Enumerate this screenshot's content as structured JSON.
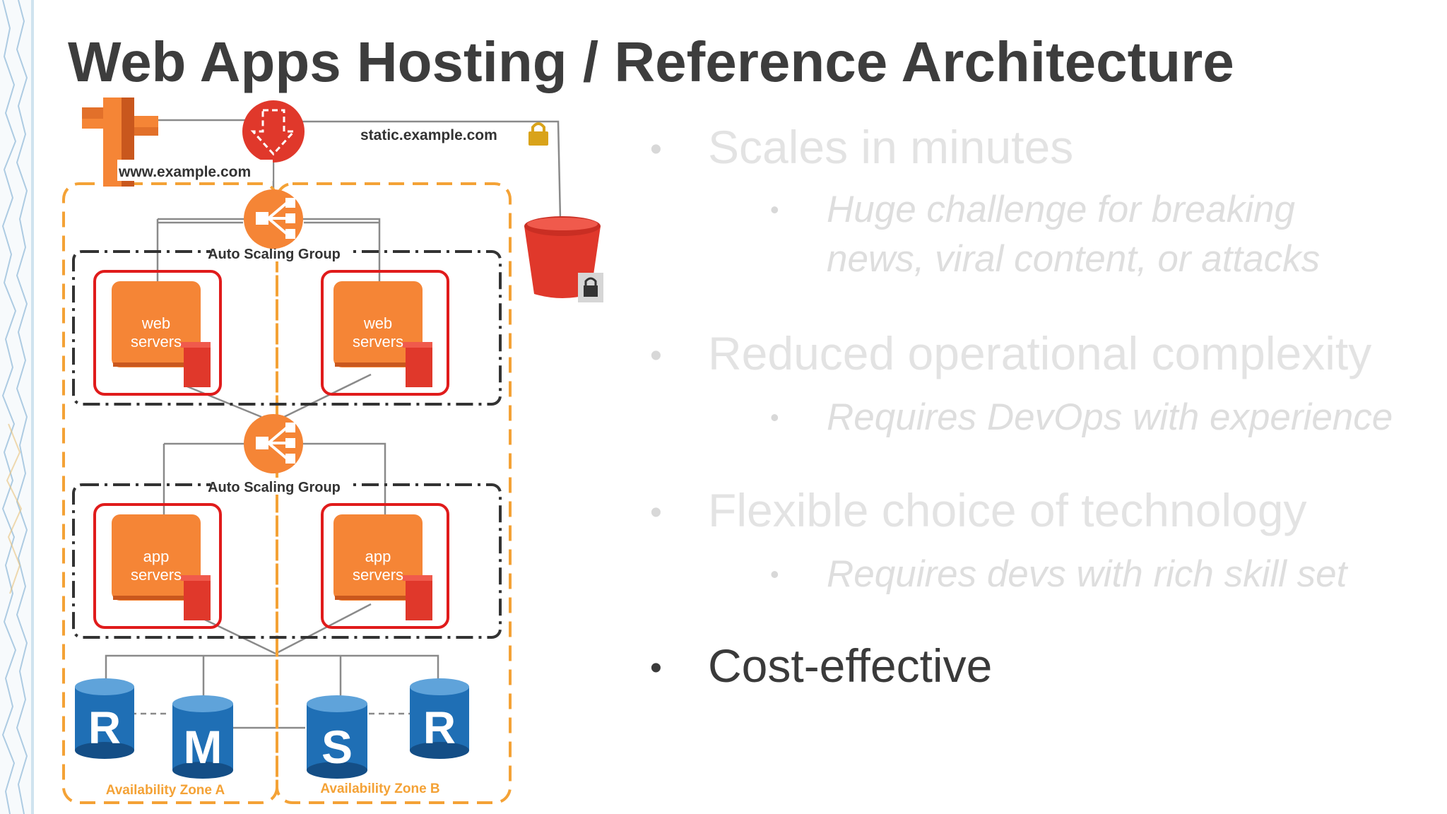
{
  "slide": {
    "title": "Web Apps Hosting / Reference Architecture"
  },
  "diagram": {
    "www_domain": "www.example.com",
    "static_domain": "static.example.com",
    "asg_label": "Auto Scaling Group",
    "web_server_line1": "web",
    "web_server_line2": "servers",
    "app_server_line1": "app",
    "app_server_line2": "servers",
    "db_r": "R",
    "db_m": "M",
    "db_s": "S",
    "zone_a": "Availability Zone A",
    "zone_b": "Availability Zone B"
  },
  "bullets": [
    {
      "text": "Scales in minutes",
      "sub": [
        "Huge challenge for breaking",
        "news, viral content, or attacks"
      ]
    },
    {
      "text": "Reduced operational complexity",
      "sub": [
        "Requires DevOps with experience"
      ]
    },
    {
      "text": "Flexible choice of technology",
      "sub": [
        "Requires devs with rich skill set"
      ]
    },
    {
      "text": "Cost-effective",
      "sub": []
    }
  ],
  "colors": {
    "orange": "#f58536",
    "red": "#e0382b",
    "blue": "#1f6fb5",
    "dark_blue": "#144e86",
    "dashed_orange": "#f4a236",
    "title": "#3d3d3d"
  }
}
